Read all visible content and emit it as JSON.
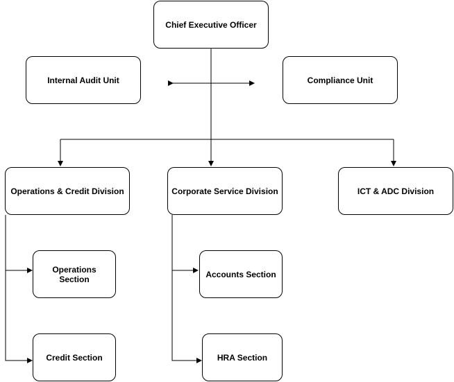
{
  "nodes": {
    "ceo": "Chief Executive Officer",
    "internal_audit": "Internal Audit Unit",
    "compliance": "Compliance Unit",
    "operations_credit_division": "Operations & Credit Division",
    "corporate_service_division": "Corporate Service Division",
    "ict_adc_division": "ICT & ADC Division",
    "operations_section": "Operations Section",
    "credit_section": "Credit Section",
    "accounts_section": "Accounts Section",
    "hra_section": "HRA Section"
  },
  "colors": {
    "stroke": "#000000",
    "fill": "#ffffff",
    "text": "#000000"
  }
}
